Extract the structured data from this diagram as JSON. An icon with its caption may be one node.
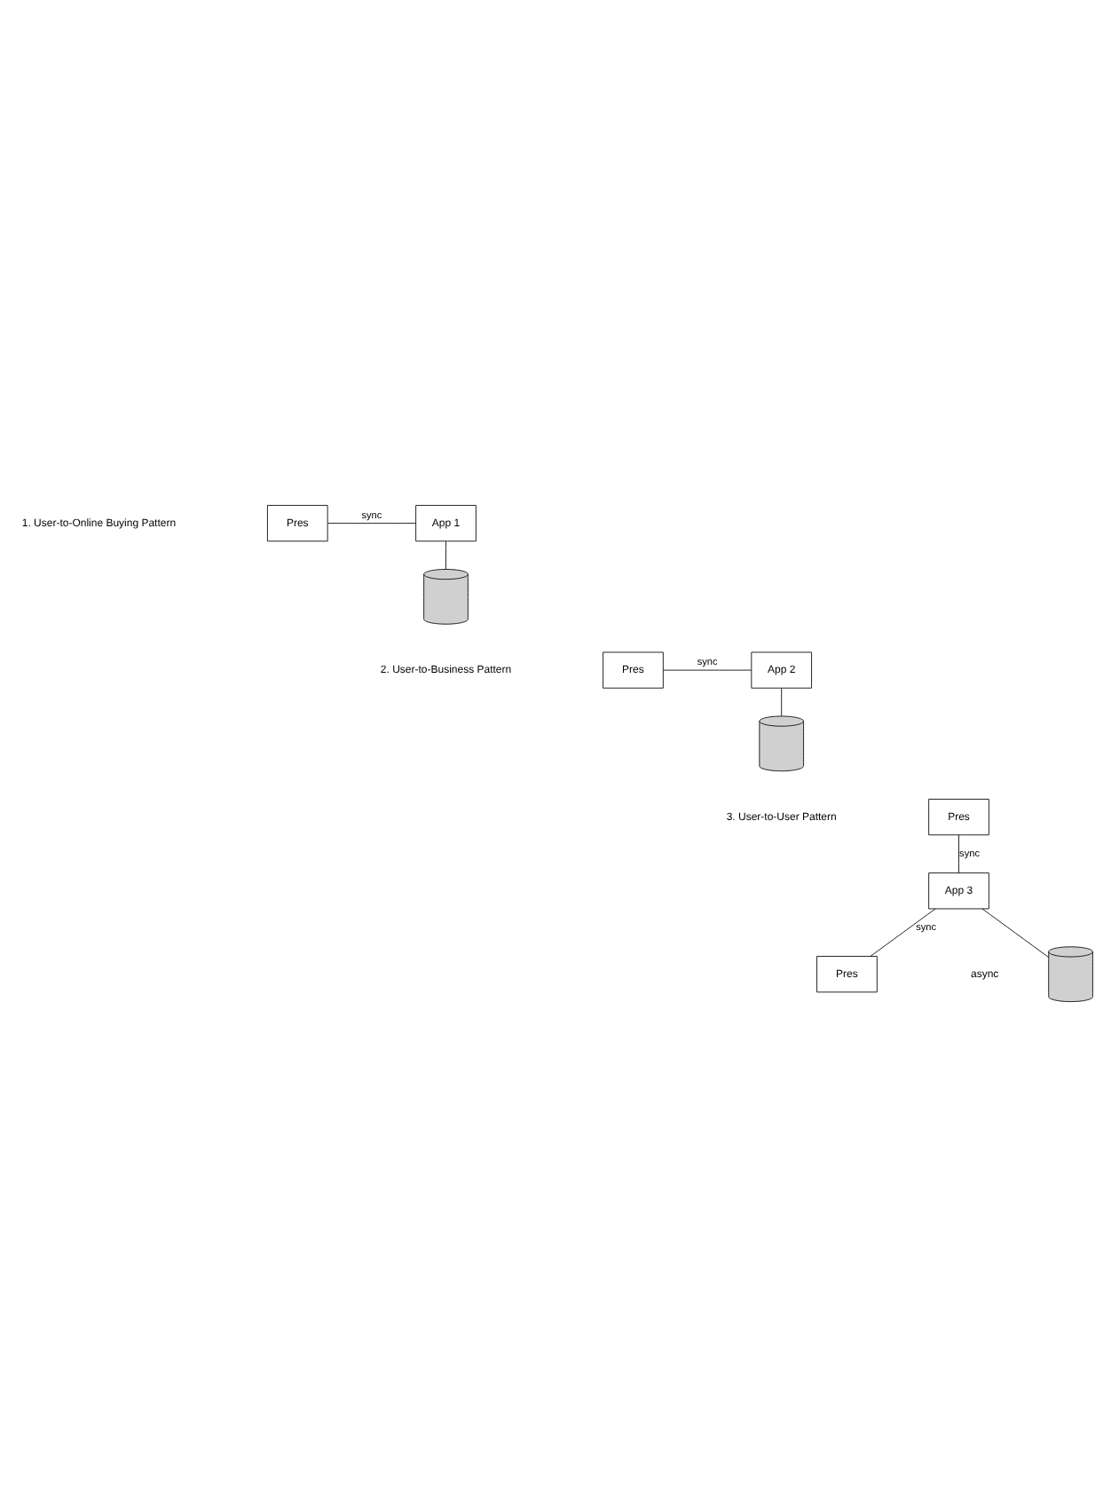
{
  "diagram": {
    "nodes": [
      {
        "text": [
          "Pres"
        ]
      },
      {
        "text": [
          "App 1"
        ]
      },
      {
        "text": [],
        "shape": "cylinder"
      },
      {
        "text": [
          "Pres"
        ]
      },
      {
        "text": [
          "App 2"
        ]
      },
      {
        "text": [],
        "shape": "cylinder"
      },
      {
        "text": [
          "Pres"
        ]
      },
      {
        "text": [
          "App 3"
        ]
      },
      {
        "text": [
          "Pres"
        ]
      },
      {
        "text": [],
        "shape": "cylinder"
      }
    ],
    "edges": [
      {
        "from": 0,
        "to": 1,
        "arrow": "none",
        "label": "sync"
      },
      {
        "from": 1,
        "to": 2,
        "arrow": "none"
      },
      {
        "from": 3,
        "to": 4,
        "arrow": "none",
        "label": "sync"
      },
      {
        "from": 4,
        "to": 5,
        "arrow": "none"
      },
      {
        "from": 6,
        "to": 7,
        "arrow": "none",
        "label": "sync"
      },
      {
        "from": 7,
        "to": 8,
        "arrow": "none",
        "label": "sync"
      },
      {
        "from": 7,
        "to": 9,
        "arrow": "none"
      }
    ],
    "labels": [
      "1. User-to-Online Buying Pattern",
      "2. User-to-Business Pattern",
      "3. User-to-User Pattern",
      "async"
    ]
  }
}
